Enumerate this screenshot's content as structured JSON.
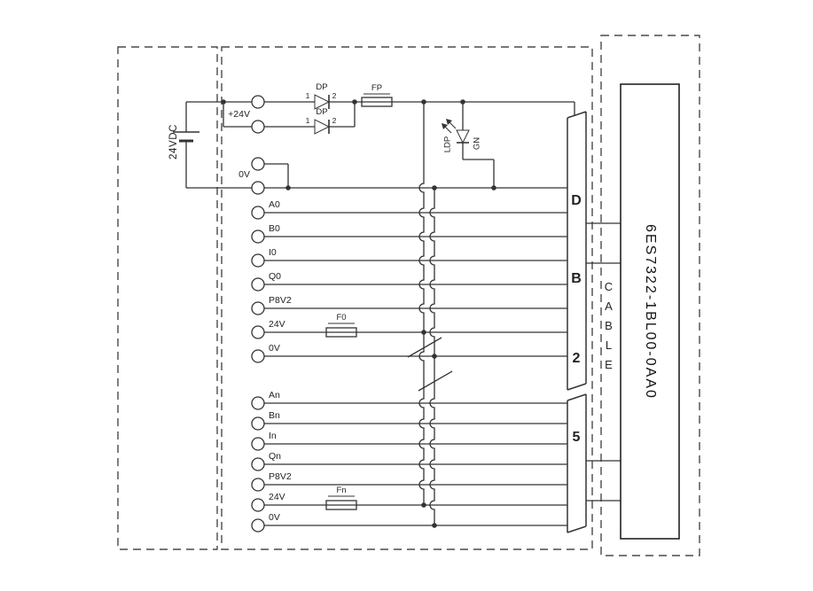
{
  "diagram": {
    "power": {
      "source_label": "24VDC",
      "plus_terminal": "+24V",
      "minus_terminal": "0V",
      "diode_label": "DP",
      "diode_pin_1": "1",
      "diode_pin_2": "2",
      "fuse_label": "FP",
      "led_label": "LDP",
      "led_color": "GN"
    },
    "group0": {
      "channels": [
        "A0",
        "B0",
        "I0",
        "Q0",
        "P8V2",
        "24V",
        "0V"
      ],
      "fuse_label": "F0"
    },
    "groupN": {
      "channels": [
        "An",
        "Bn",
        "In",
        "Qn",
        "P8V2",
        "24V",
        "0V"
      ],
      "fuse_label": "Fn"
    },
    "connector": {
      "letters": [
        "D",
        "B",
        "2",
        "5"
      ]
    },
    "cable_label": "CABLE",
    "module_code": "6ES7322-1BL00-0AA0",
    "colors": {
      "ink": "#333333"
    }
  }
}
